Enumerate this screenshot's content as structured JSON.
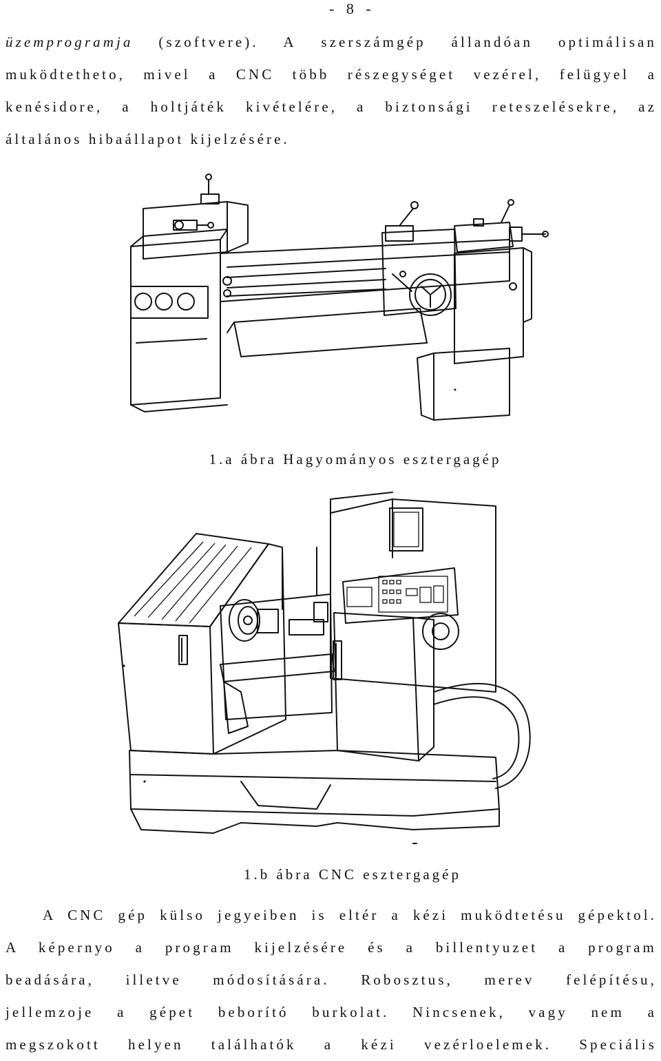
{
  "page_number": "- 8 -",
  "paragraph1": {
    "line1_italic": "üzemprogramja",
    "line1_rest": " (szoftvere). A szerszámgép állandóan optimálisan",
    "line2": "muködtetheto, mivel a CNC több részegységet vezérel, felügyel a",
    "line3": "kenésidore, a holtjáték kivételére, a biztonsági reteszelésekre, az",
    "line4": "általános hibaállapot kijelzésére."
  },
  "figure_a": {
    "caption": "1.a ábra Hagyományos esztergagép"
  },
  "figure_b": {
    "caption": "1.b ábra CNC esztergagép"
  },
  "paragraph2": {
    "line1": "A CNC gép külso jegyeiben is eltér a kézi muködtetésu gépektol.",
    "line2": "A képernyo a program kijelzésére és a billentyuzet a program",
    "line3": "beadására, illetve módosítására. Robosztus, merev felépítésu,",
    "line4": "jellemzoje a gépet beborító burkolat. Nincsenek, vagy nem a",
    "line5": "megszokott helyen találhatók a kézi vezérloelemek. Speciális"
  }
}
